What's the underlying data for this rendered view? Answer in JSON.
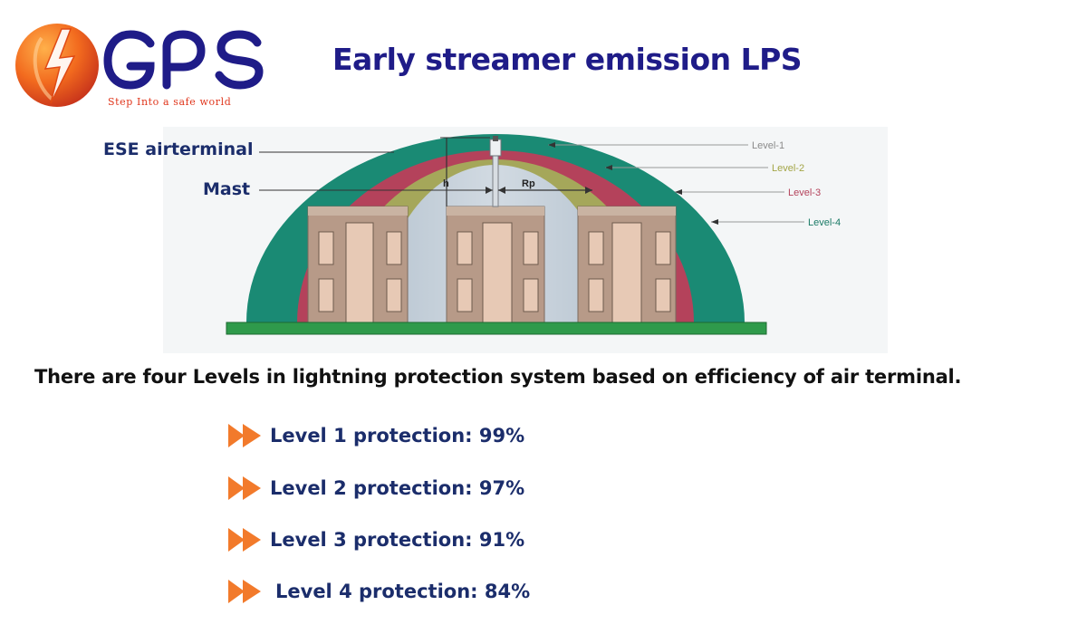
{
  "logo": {
    "text": "GPS",
    "tagline": "Step Into a safe world",
    "icon": "lightning-sphere-icon"
  },
  "title": "Early streamer emission LPS",
  "diagram": {
    "labels": {
      "ese_airterminal": "ESE airterminal",
      "mast": "Mast",
      "h": "h",
      "rp": "Rp",
      "level1": "Level-1",
      "level2": "Level-2",
      "level3": "Level-3",
      "level4": "Level-4"
    },
    "colors": {
      "level4": "#1a8a74",
      "level3": "#b4425b",
      "level2": "#a5a75a",
      "level1": "#b9c6d2",
      "building": "#b79a88",
      "ground": "#2f9a4b"
    }
  },
  "lead_text": "There are four Levels in lightning protection system based on efficiency of air terminal.",
  "levels": [
    {
      "label": "Level 1 protection: 99%"
    },
    {
      "label": "Level 2 protection: 97%"
    },
    {
      "label": "Level 3 protection: 91%"
    },
    {
      "label": "Level 4 protection: 84%"
    }
  ],
  "accent_color": "#f27a2b"
}
